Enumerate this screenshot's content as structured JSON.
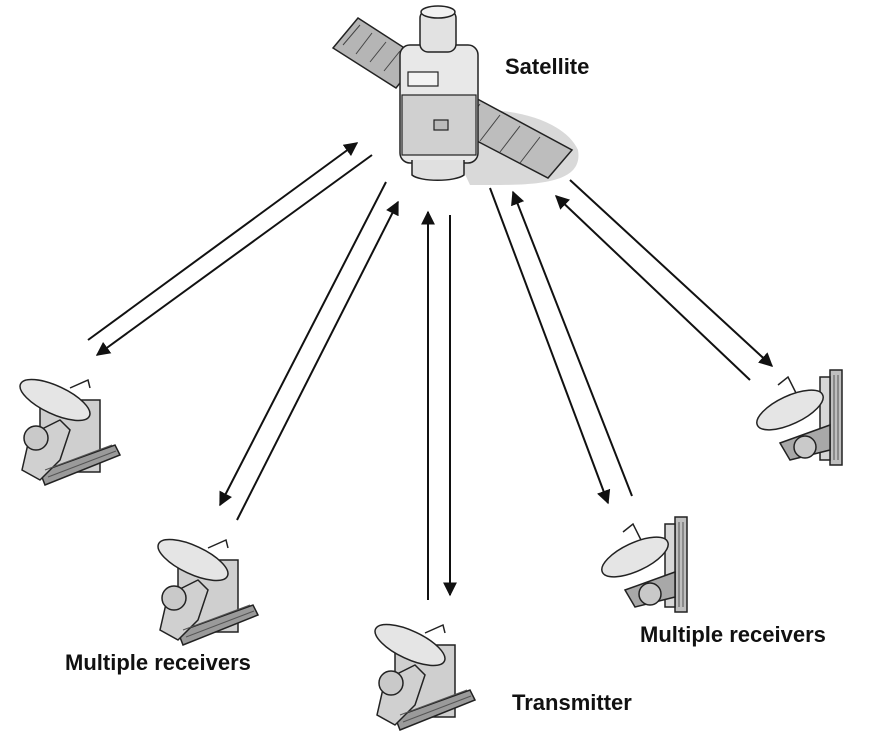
{
  "labels": {
    "satellite": "Satellite",
    "receivers_left": "Multiple receivers",
    "receivers_right": "Multiple receivers",
    "transmitter": "Transmitter"
  },
  "colors": {
    "stroke": "#222222",
    "body_light": "#e6e6e6",
    "body_mid": "#bdbdbd",
    "body_dark": "#8a8a8a",
    "shadow": "#d6d6d6"
  }
}
